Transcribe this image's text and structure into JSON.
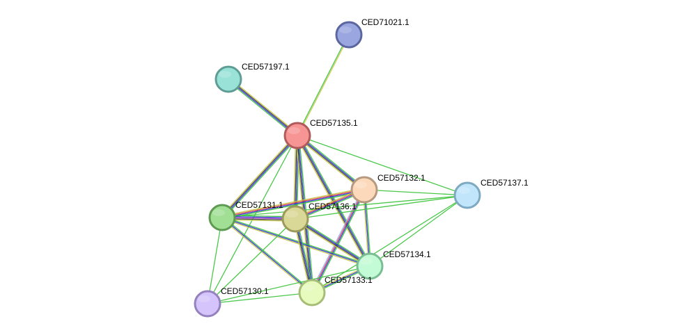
{
  "nodes": [
    {
      "id": "CED71021.1",
      "label": "CED71021.1",
      "fill": "#9aa6e0",
      "stroke": "#5c669e"
    },
    {
      "id": "CED57197.1",
      "label": "CED57197.1",
      "fill": "#99e2d8",
      "stroke": "#5f9c93"
    },
    {
      "id": "CED57135.1",
      "label": "CED57135.1",
      "fill": "#f79595",
      "stroke": "#b05b5b"
    },
    {
      "id": "CED57132.1",
      "label": "CED57132.1",
      "fill": "#fcd9bb",
      "stroke": "#b69a80"
    },
    {
      "id": "CED57137.1",
      "label": "CED57137.1",
      "fill": "#c1e6fb",
      "stroke": "#7ea9c1"
    },
    {
      "id": "CED57131.1",
      "label": "CED57131.1",
      "fill": "#a0df94",
      "stroke": "#5e9a52"
    },
    {
      "id": "CED57136.1",
      "label": "CED57136.1",
      "fill": "#dad897",
      "stroke": "#9c9a5b"
    },
    {
      "id": "CED57134.1",
      "label": "CED57134.1",
      "fill": "#c2fbd5",
      "stroke": "#7bbd92"
    },
    {
      "id": "CED57133.1",
      "label": "CED57133.1",
      "fill": "#e6fbbd",
      "stroke": "#a6bd78"
    },
    {
      "id": "CED57130.1",
      "label": "CED57130.1",
      "fill": "#d5c4fb",
      "stroke": "#9481bd"
    }
  ],
  "evidence_colors": {
    "green": "#3fc53f",
    "blue": "#2f2fd5",
    "yellow": "#c8c84a",
    "black": "#3a3a3a",
    "red": "#d94545",
    "light_blue": "#9ab0ff",
    "purple": "#a63fc5"
  },
  "edges": [
    {
      "from": "CED57135.1",
      "to": "CED71021.1",
      "types": [
        "green",
        "yellow"
      ]
    },
    {
      "from": "CED57135.1",
      "to": "CED57197.1",
      "types": [
        "green",
        "blue",
        "black",
        "yellow"
      ]
    },
    {
      "from": "CED57135.1",
      "to": "CED57132.1",
      "types": [
        "green",
        "blue",
        "black",
        "yellow"
      ]
    },
    {
      "from": "CED57135.1",
      "to": "CED57137.1",
      "types": [
        "green"
      ]
    },
    {
      "from": "CED57135.1",
      "to": "CED57131.1",
      "types": [
        "green",
        "blue",
        "black",
        "yellow"
      ]
    },
    {
      "from": "CED57135.1",
      "to": "CED57136.1",
      "types": [
        "green",
        "blue",
        "black",
        "yellow"
      ]
    },
    {
      "from": "CED57135.1",
      "to": "CED57134.1",
      "types": [
        "green",
        "blue",
        "black",
        "yellow"
      ]
    },
    {
      "from": "CED57135.1",
      "to": "CED57133.1",
      "types": [
        "green",
        "blue",
        "black",
        "yellow"
      ]
    },
    {
      "from": "CED57135.1",
      "to": "CED57130.1",
      "types": [
        "green"
      ]
    },
    {
      "from": "CED57132.1",
      "to": "CED57131.1",
      "types": [
        "green",
        "blue",
        "red",
        "yellow"
      ]
    },
    {
      "from": "CED57132.1",
      "to": "CED57136.1",
      "types": [
        "green",
        "blue",
        "red",
        "yellow"
      ]
    },
    {
      "from": "CED57132.1",
      "to": "CED57134.1",
      "types": [
        "green",
        "blue",
        "yellow"
      ]
    },
    {
      "from": "CED57132.1",
      "to": "CED57133.1",
      "types": [
        "green",
        "blue",
        "red",
        "light_blue"
      ]
    },
    {
      "from": "CED57132.1",
      "to": "CED57137.1",
      "types": [
        "green"
      ]
    },
    {
      "from": "CED57137.1",
      "to": "CED57131.1",
      "types": [
        "green"
      ]
    },
    {
      "from": "CED57137.1",
      "to": "CED57136.1",
      "types": [
        "green"
      ]
    },
    {
      "from": "CED57137.1",
      "to": "CED57134.1",
      "types": [
        "green"
      ]
    },
    {
      "from": "CED57137.1",
      "to": "CED57133.1",
      "types": [
        "green"
      ]
    },
    {
      "from": "CED57131.1",
      "to": "CED57136.1",
      "types": [
        "green",
        "blue",
        "purple",
        "black",
        "yellow"
      ]
    },
    {
      "from": "CED57131.1",
      "to": "CED57134.1",
      "types": [
        "green",
        "blue",
        "yellow"
      ]
    },
    {
      "from": "CED57131.1",
      "to": "CED57133.1",
      "types": [
        "green",
        "blue",
        "yellow"
      ]
    },
    {
      "from": "CED57131.1",
      "to": "CED57130.1",
      "types": [
        "green"
      ]
    },
    {
      "from": "CED57136.1",
      "to": "CED57134.1",
      "types": [
        "green",
        "blue",
        "black",
        "yellow"
      ]
    },
    {
      "from": "CED57136.1",
      "to": "CED57133.1",
      "types": [
        "green",
        "blue",
        "black",
        "yellow"
      ]
    },
    {
      "from": "CED57136.1",
      "to": "CED57130.1",
      "types": [
        "green"
      ]
    },
    {
      "from": "CED57134.1",
      "to": "CED57133.1",
      "types": [
        "green",
        "blue",
        "yellow"
      ]
    },
    {
      "from": "CED57134.1",
      "to": "CED57130.1",
      "types": [
        "green"
      ]
    },
    {
      "from": "CED57133.1",
      "to": "CED57130.1",
      "types": [
        "green"
      ]
    }
  ]
}
